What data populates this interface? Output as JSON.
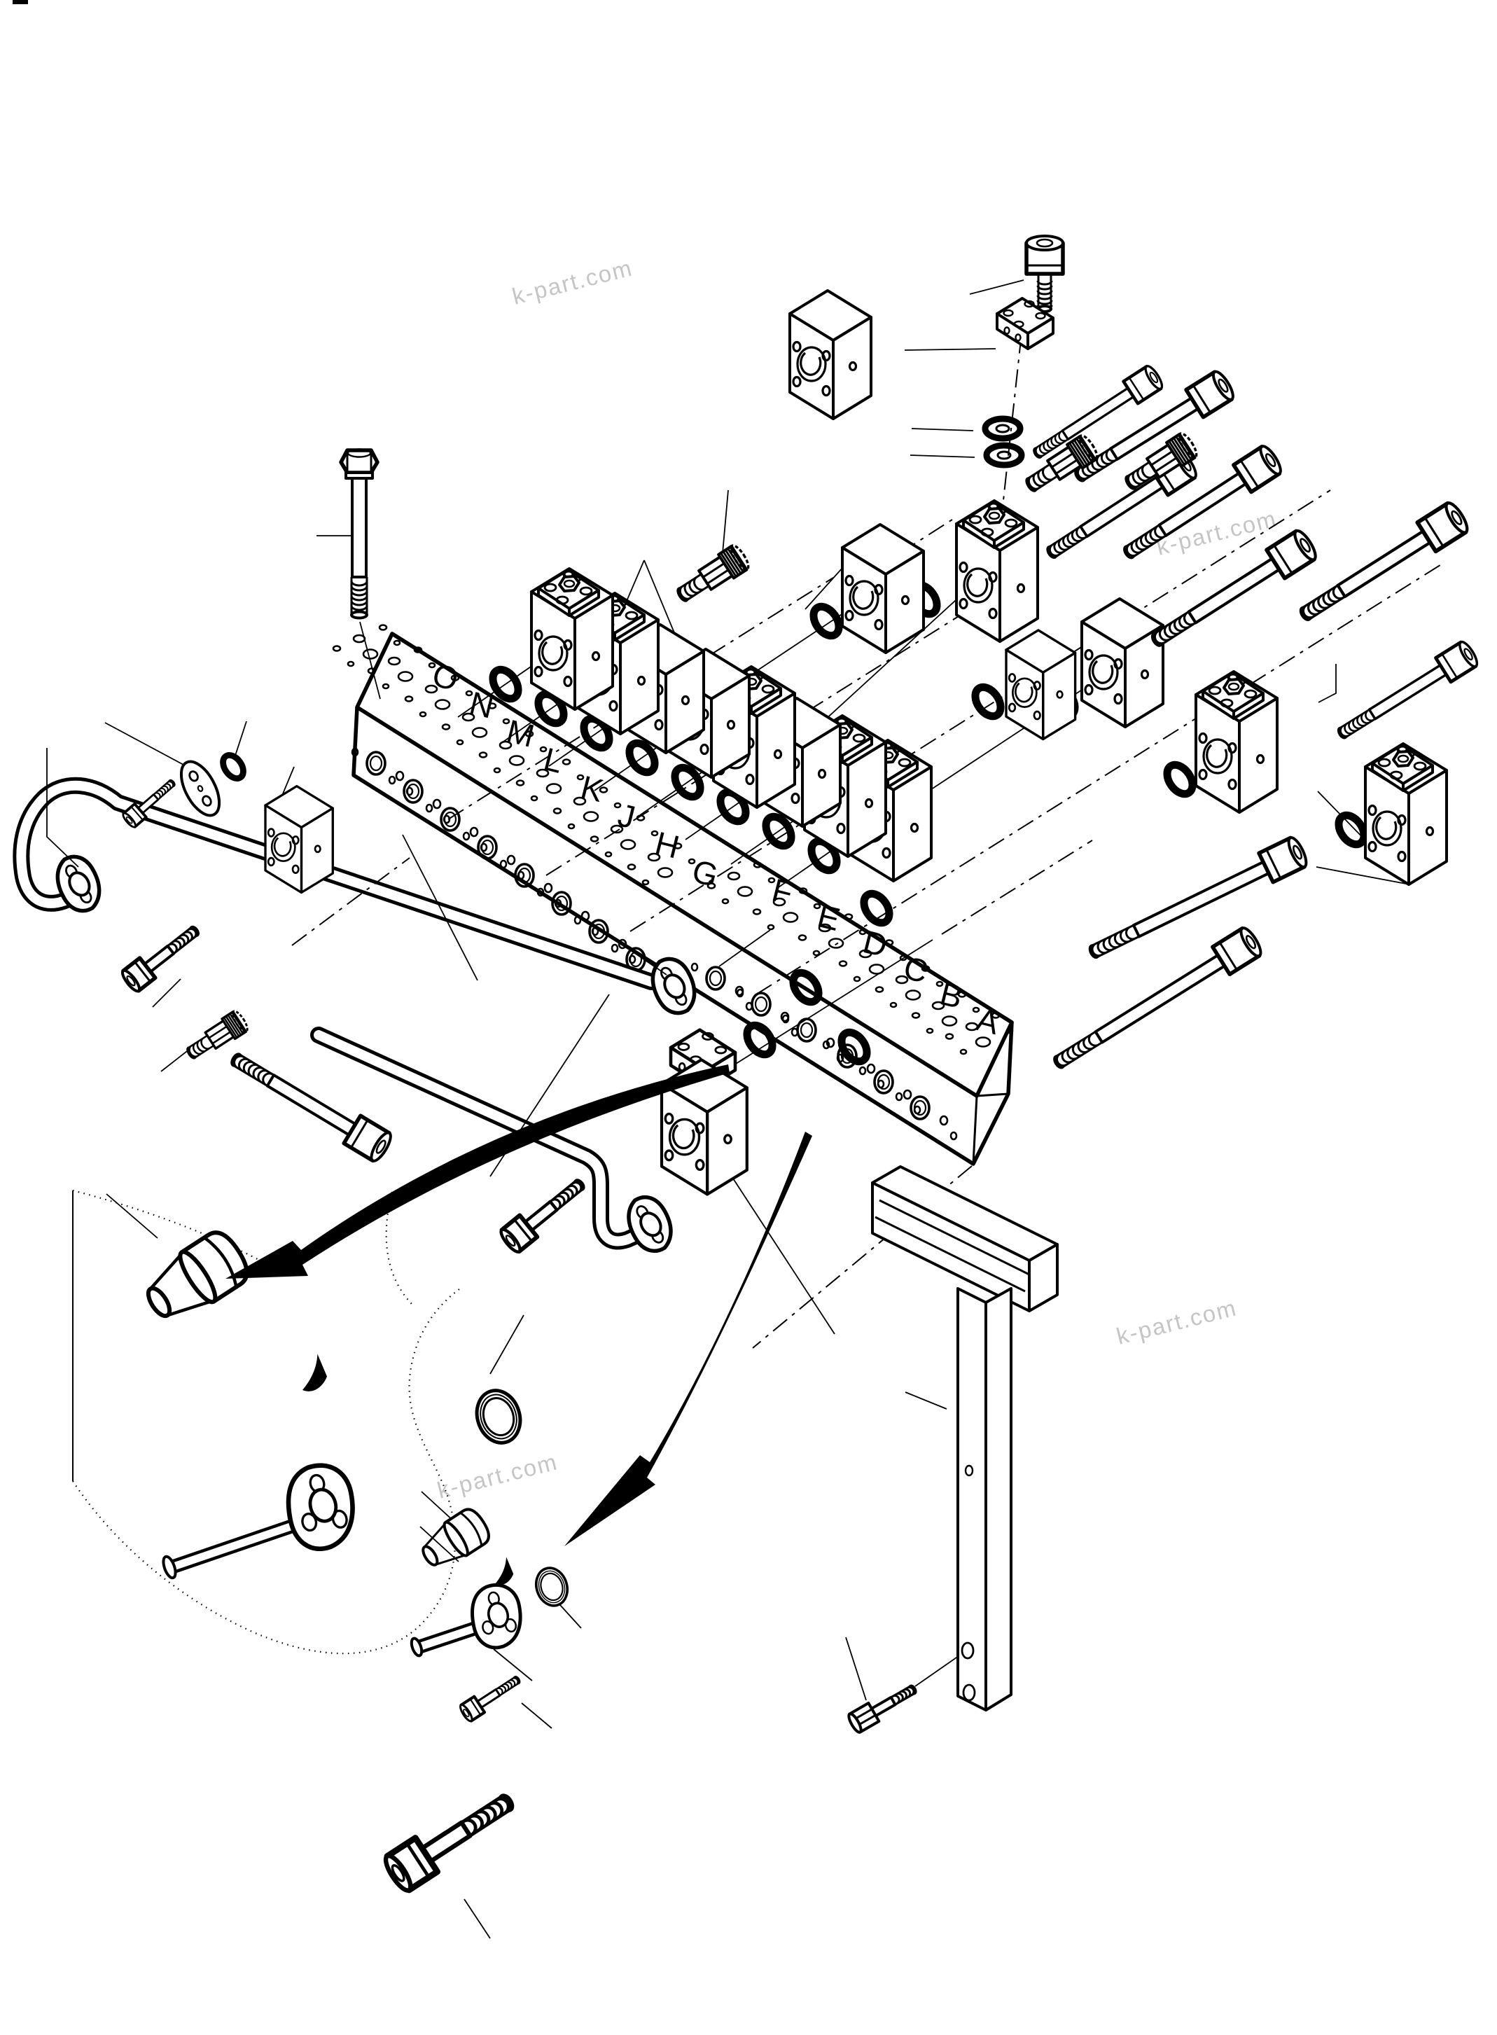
{
  "page": {
    "background_color": "#ffffff",
    "line_color": "#000000",
    "watermark": {
      "text": "k-part.com",
      "color": "#c5c5c5"
    }
  },
  "diagram": {
    "type": "exploded-parts-diagram",
    "subject": "hydraulic-manifold-valve-assembly",
    "manifold": {
      "port_labels": [
        "O",
        "N",
        "M",
        "L",
        "K",
        "J",
        "H",
        "G",
        "F",
        "E",
        "D",
        "C",
        "B",
        "A"
      ]
    },
    "callout_details": 2,
    "components": [
      {
        "name": "hex-bolt",
        "qty": 2
      },
      {
        "name": "socket-head-bolt",
        "qty": 14
      },
      {
        "name": "socket-head-screw",
        "qty": 1
      },
      {
        "name": "junction-block",
        "qty": 1
      },
      {
        "name": "valve-block",
        "qty": 8
      },
      {
        "name": "spacer-block",
        "qty": 6
      },
      {
        "name": "manifold-block",
        "qty": 1
      },
      {
        "name": "o-ring",
        "qty": 17
      },
      {
        "name": "washer",
        "qty": 2
      },
      {
        "name": "hydraulic-fitting",
        "qty": 4
      },
      {
        "name": "pipe-with-flange",
        "qty": 2
      },
      {
        "name": "flange",
        "qty": 4
      },
      {
        "name": "cover-plate",
        "qty": 1
      },
      {
        "name": "mounting-bracket",
        "qty": 1
      }
    ]
  }
}
